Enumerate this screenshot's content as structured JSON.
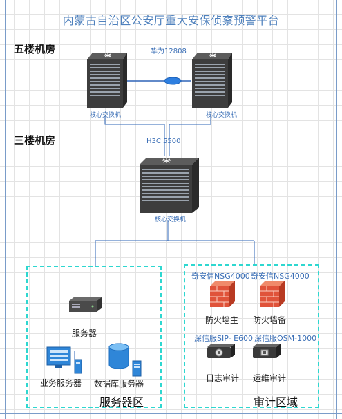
{
  "title": "内蒙古自治区公安厅重大安保侦察预警平台",
  "floors": {
    "fifth": "五楼机房",
    "third": "三楼机房"
  },
  "core_pair": {
    "model": "华为12808",
    "left_label": "核心交换机",
    "right_label": "核心交换机"
  },
  "core_third": {
    "model": "H3C 5500",
    "label": "核心交换机"
  },
  "server_zone": {
    "title": "服务器区",
    "server": "服务器",
    "business_server": "业务服务器",
    "db_server": "数据库服务器"
  },
  "audit_zone": {
    "title": "审计区域",
    "fw1_model": "奇安信NSG4000",
    "fw2_model": "奇安信NSG4000",
    "fw1_label": "防火墙主",
    "fw2_label": "防火墙备",
    "audit1_model": "深信服SIP- E600",
    "audit2_model": "深信服OSM-1000",
    "audit1_label": "日志审计",
    "audit2_label": "运维审计"
  },
  "colors": {
    "accent_blue": "#3b6fb6",
    "zone_cyan": "#2ed7d0",
    "firewall_red": "#e0533a",
    "switch_body": "#3a3a3a"
  }
}
